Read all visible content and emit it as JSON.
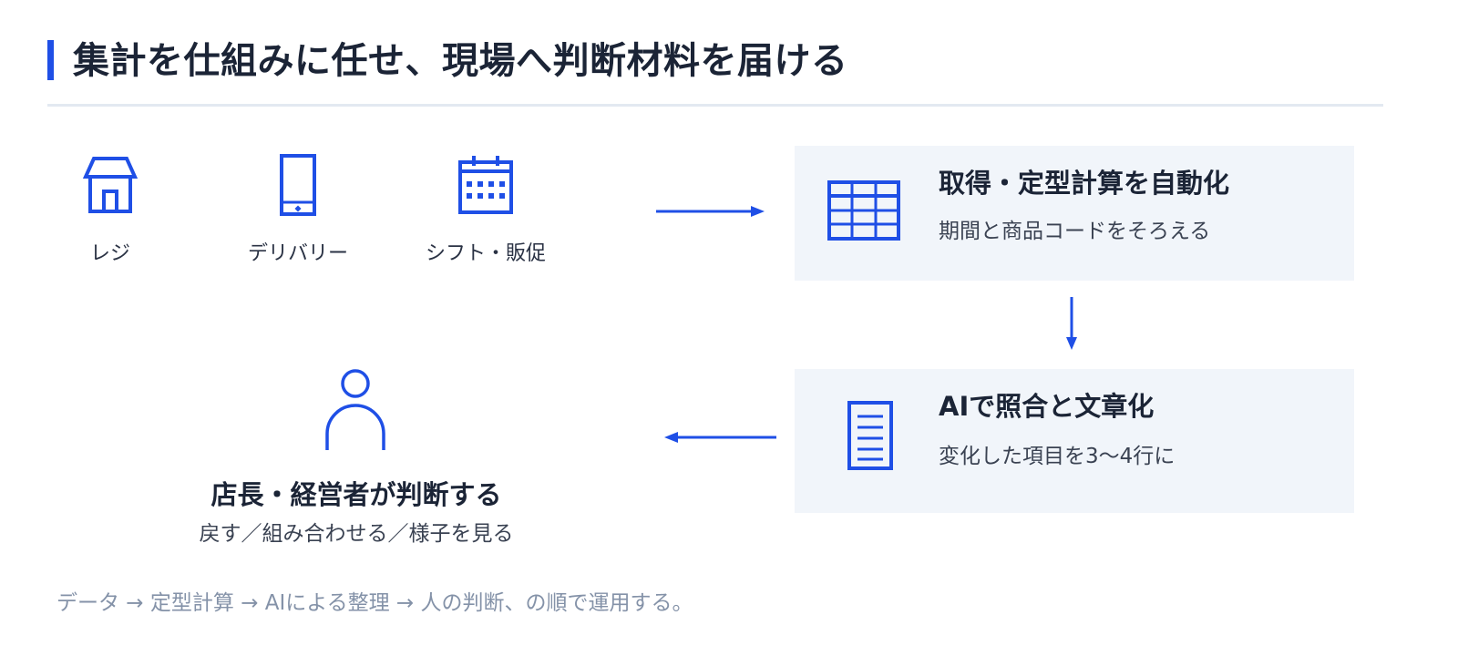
{
  "title": "集計を仕組みに任せ、現場へ判断材料を届ける",
  "sources": [
    {
      "icon": "store-icon",
      "label": "レジ"
    },
    {
      "icon": "smartphone-icon",
      "label": "デリバリー"
    },
    {
      "icon": "calendar-icon",
      "label": "シフト・販促"
    }
  ],
  "step1": {
    "icon": "table-grid-icon",
    "title": "取得・定型計算を自動化",
    "subtitle": "期間と商品コードをそろえる"
  },
  "step2": {
    "icon": "document-icon",
    "title": "AIで照合と文章化",
    "subtitle": "変化した項目を3〜4行に"
  },
  "step3": {
    "icon": "person-icon",
    "title": "店長・経営者が判断する",
    "subtitle": "戻す／組み合わせる／様子を見る"
  },
  "footnote": "データ → 定型計算 → AIによる整理 → 人の判断、の順で運用する。",
  "colors": {
    "accent": "#1f4fe6",
    "box_bg": "#f1f5fa",
    "divider": "#e3e9f1",
    "text": "#1b2436",
    "muted": "#8492a8"
  }
}
